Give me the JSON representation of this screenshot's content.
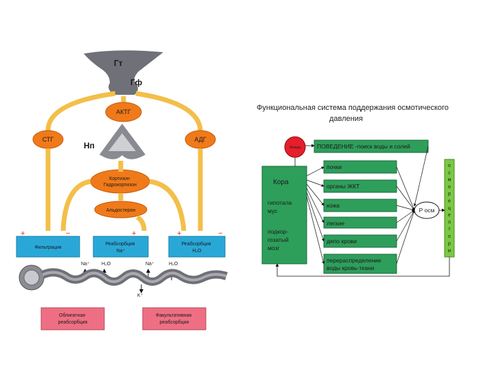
{
  "left": {
    "gt": "Гт",
    "gf": "Гф",
    "aktg": "АКТГ",
    "np": "Нп",
    "stg": "СТГ",
    "adg": "АДГ",
    "cortisone": "Кортизон\nГидрокортизон",
    "aldosterone": "Альдостерон",
    "filtration": "Фильтрация",
    "reabs_na": "Реабсорбция\nNa⁺",
    "reabs_h2o": "Реабсорбция\nH₂O",
    "plus": "+",
    "minus": "−",
    "na1": "Na⁺",
    "h2o1": "H₂O",
    "na2": "Na⁺",
    "h2o2": "H₂O",
    "k": "K⁺",
    "obligate": "Облигатная\nреабсорбция",
    "facultative": "Факультативная\nреабсорбция"
  },
  "right": {
    "title_line1": "Функциональная система поддержания осмотического",
    "title_line2": "давления",
    "red_label": "Жажда",
    "brain_label": "Кора",
    "hypothalamus": "гипотала\nмус",
    "subcortical": "подкор-\nгозатый\nмозг",
    "rows": [
      "ПОВЕДЕНИЕ -поиск воды и солей",
      "почки",
      "органы ЖКТ",
      "кожа",
      "легкие",
      "депо крови",
      "перераспределение\nводы кровь-ткани"
    ],
    "posm": "Р осм",
    "receptor_letters": [
      "о",
      "с",
      "м",
      "о",
      "р",
      "е",
      "ц",
      "е",
      "п",
      "т",
      "о",
      "р",
      "ы"
    ]
  },
  "colors": {
    "orange": "#f07a1a",
    "yellow_arrow": "#f3bf4a",
    "cyan": "#29a8d8",
    "pink": "#ee6f83",
    "green": "#2e9e5b",
    "bright_green": "#7ac943",
    "red_node": "#e61f2a",
    "gray_organ": "#6f6f78"
  }
}
